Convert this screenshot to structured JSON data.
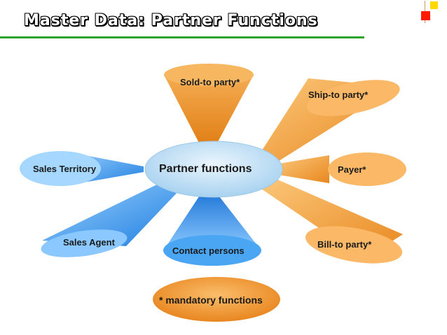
{
  "title": "Master Data: Partner Functions",
  "center": "Partner functions",
  "note": "* mandatory functions",
  "partners": {
    "sold_to": "Sold-to party*",
    "ship_to": "Ship-to party*",
    "payer": "Payer*",
    "bill_to": "Bill-to party*",
    "contact": "Contact persons",
    "sales_agent": "Sales Agent",
    "sales_territory": "Sales Territory"
  },
  "colors": {
    "orange": "#f5a142",
    "blue": "#3fa0f0",
    "hub": "#cfe6f7",
    "title_rule": "#2ea32e"
  }
}
